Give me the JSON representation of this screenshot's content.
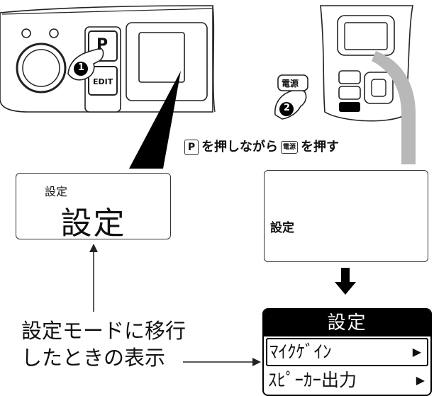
{
  "left_device": {
    "p_key": "P",
    "edit_key": "EDIT",
    "step": "1"
  },
  "right_device": {
    "power_key": "電源",
    "step": "2"
  },
  "instruction": {
    "p_key": "P",
    "text1": "を押しながら",
    "power_key": "電源",
    "text2": "を押す"
  },
  "lcd_left": {
    "small": "設定",
    "big": "設定"
  },
  "lcd_right": {
    "text": "設定"
  },
  "menu": {
    "header": "設定",
    "items": [
      {
        "label": "ﾏｲｸｹﾞｲﾝ"
      },
      {
        "label": "ｽﾋﾟｰｶｰ出力"
      }
    ]
  },
  "caption": {
    "line1": "設定モードに移行",
    "line2": "したときの表示"
  }
}
